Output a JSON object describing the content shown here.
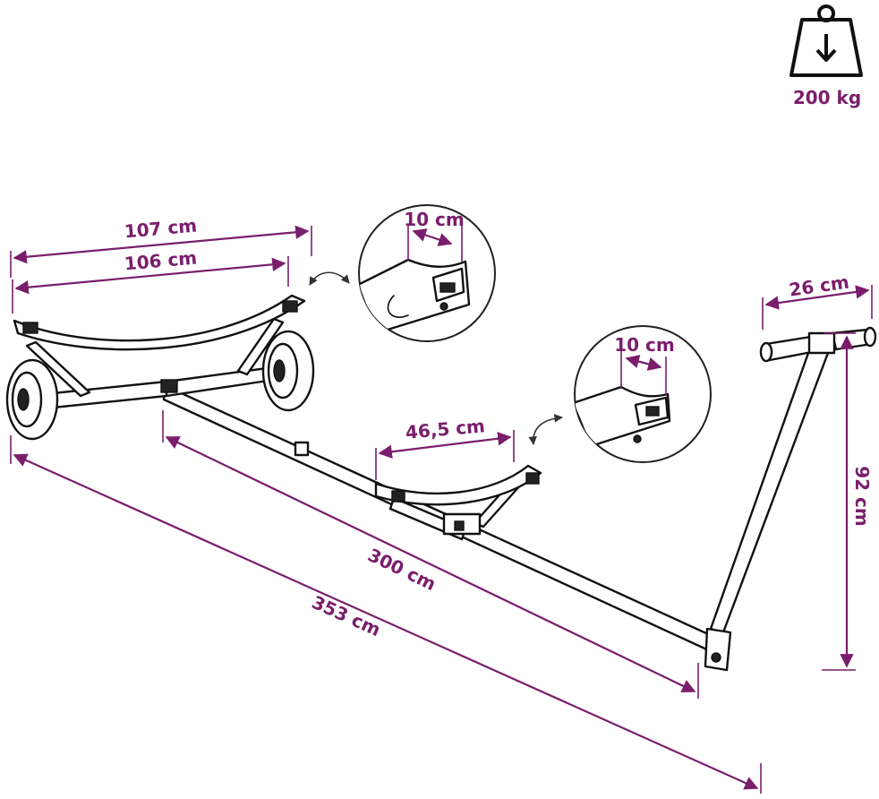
{
  "load_capacity": {
    "icon": "weight-icon",
    "value": "200 kg"
  },
  "dimensions": {
    "frame_width_outer": "107 cm",
    "frame_width_inner": "106 cm",
    "support_strap_width": "46,5 cm",
    "total_length": "353 cm",
    "tube_length": "300 cm",
    "handle_width": "26 cm",
    "handle_height": "92 cm",
    "strap_width_detail_1": "10 cm",
    "strap_width_detail_2": "10 cm"
  },
  "colors": {
    "accent": "#7a1e6c",
    "line": "#111111"
  }
}
